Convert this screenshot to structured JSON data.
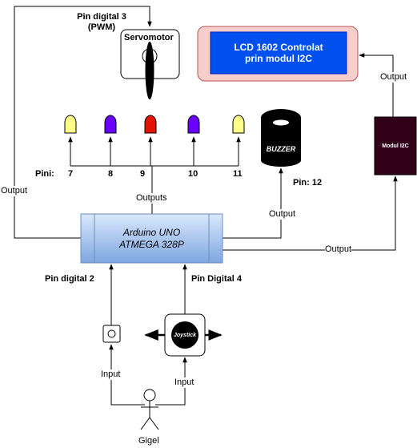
{
  "labels": {
    "pin3_line1": "Pin digital 3",
    "pin3_line2": "(PWM)",
    "servo": "Servomotor",
    "lcd_line1": "LCD 1602 Controlat",
    "lcd_line2": "prin modul I2C",
    "output_lcd": "Output",
    "pini": "Pini:",
    "pin7": "7",
    "pin8": "8",
    "pin9": "9",
    "pin10": "10",
    "pin11": "11",
    "buzzer": "BUZZER",
    "pin12": "Pin: 12",
    "modul_i2c": "Modul I2C",
    "output_left": "Output",
    "outputs": "Outputs",
    "output_buzzer": "Output",
    "arduino_line1": "Arduino UNO",
    "arduino_line2": "ATMEGA 328P",
    "output_i2c": "Output",
    "pin2": "Pin digital 2",
    "pin4": "Pin Digital 4",
    "joystick": "Joystick",
    "input_button": "Input",
    "input_joystick": "Input",
    "user": "Gigel"
  },
  "colors": {
    "led_yellow": "#ffff88",
    "led_purple": "#6a00ff",
    "led_red": "#e51400",
    "lcd_frame": "#f8cecc",
    "lcd_frame_stroke": "#b85450",
    "lcd_screen": "#0050ef",
    "i2c_module": "#33001a",
    "arduino_fill": "#dae8fc",
    "arduino_stroke": "#6c8ebf"
  }
}
